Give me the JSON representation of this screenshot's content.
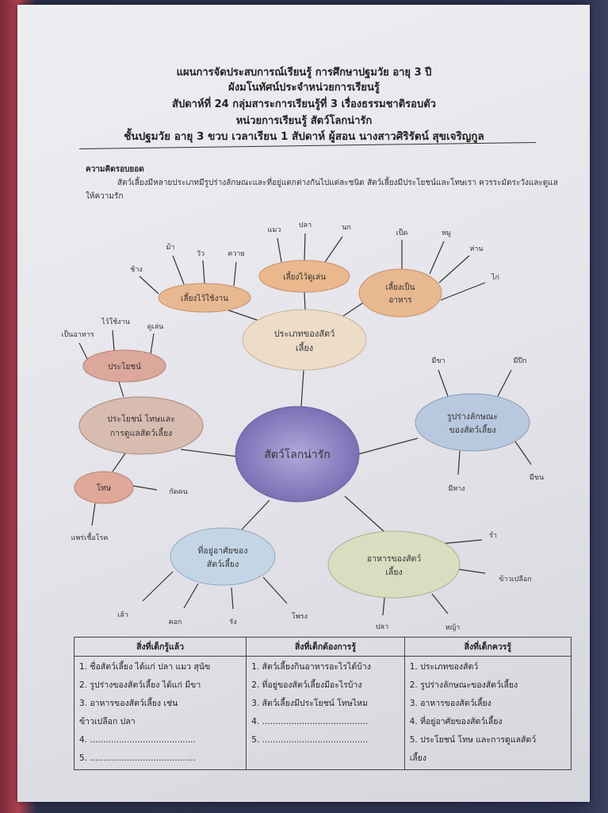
{
  "header": {
    "line1": "แผนการจัดประสบการณ์เรียนรู้  การศึกษาปฐมวัย  อายุ 3 ปี",
    "line2": "ผังมโนทัศน์ประจำหน่วยการเรียนรู้",
    "line3": "สัปดาห์ที่   24      กลุ่มสาระการเรียนรู้ที่  3  เรื่องธรรมชาติรอบตัว",
    "line4": "หน่วยการเรียนรู้  สัตว์โลกน่ารัก",
    "line5": "ชั้นปฐมวัย  อายุ 3 ขวบ  เวลาเรียน 1 สัปดาห์   ผู้สอน นางสาวศิริรัตน์  สุขเจริญกูล"
  },
  "concept": {
    "title": "ความคิดรอบยอด",
    "text": "สัตว์เลี้ยงมีหลายประเภทมีรูปร่างลักษณะและที่อยู่แตกต่างกันไปแต่ละชนิด  สัตว์เลี้ยงมีประโยชน์และโทษเรา ควรระมัดระวังและดูแลให้ความรัก"
  },
  "mindmap": {
    "center": "สัตว์โลกน่ารัก",
    "types": {
      "l1": "ประเภทของสัตว์",
      "l2": "เลี้ยง"
    },
    "work": {
      "label": "เลี้ยงไว้ใช้งาน",
      "leaves": [
        "ช้าง",
        "ม้า",
        "วัว",
        "ควาย"
      ]
    },
    "play": {
      "label": "เลี้ยงไว้ดูเล่น",
      "leaves": [
        "แมว",
        "ปลา",
        "นก"
      ]
    },
    "food": {
      "l1": "เลี้ยงเป็น",
      "l2": "อาหาร",
      "leaves": [
        "เป็ด",
        "หมู",
        "ห่าน",
        "ไก่"
      ]
    },
    "benefit": {
      "label": "ประโยชน์",
      "leaves": [
        "เป็นอาหาร",
        "ไว้ใช้งาน",
        "ดูเล่น"
      ]
    },
    "care": {
      "l1": "ประโยชน์ โทษและ",
      "l2": "การดูแลสัตว์เลี้ยง"
    },
    "harm": {
      "label": "โทษ",
      "leaves": [
        "กัดคน",
        "แพร่เชื้อโรค"
      ]
    },
    "shape": {
      "l1": "รูปร่างลักษณะ",
      "l2": "ของสัตว์เลี้ยง",
      "leaves": [
        "มีขา",
        "มีปีก",
        "มีหาง",
        "มีขน"
      ]
    },
    "habitat": {
      "l1": "ที่อยู่อาศัยของ",
      "l2": "สัตว์เลี้ยง",
      "leaves": [
        "เล้า",
        "คอก",
        "รัง",
        "โพรง"
      ]
    },
    "feed": {
      "l1": "อาหารของสัตว์",
      "l2": "เลี้ยง",
      "leaves": [
        "รำ",
        "ข้าวเปลือก",
        "ปลา",
        "หญ้า"
      ]
    },
    "colors": {
      "center": "#8a7fc0",
      "types": "#e8d6c0",
      "orange": "#e6b48a",
      "pink": "#d9a59a",
      "blue": "#b4c6dc",
      "green": "#d4dcb8"
    }
  },
  "table": {
    "headers": [
      "สิ่งที่เด็กรู้แล้ว",
      "สิ่งที่เด็กต้องการรู้",
      "สิ่งที่เด็กควรรู้"
    ],
    "col1": [
      "1. ชื่อสัตว์เลี้ยง ได้แก่ ปลา แมว สุนัข",
      "2. รูปร่างของสัตว์เลี้ยง ได้แก่ มีขา",
      "3. อาหารของสัตว์เลี้ยง เช่น",
      "ข้าวเปลือก ปลา",
      "4. ........................................",
      "5. ........................................"
    ],
    "col2": [
      "1. สัตว์เลี้ยงกินอาหารอะไรได้บ้าง",
      "2. ที่อยู่ของสัตว์เลี้ยงมีอะไรบ้าง",
      "3. สัตว์เลี้ยงมีประโยชน์  โทษไหม",
      "4. ........................................",
      "5. ........................................"
    ],
    "col3": [
      "1. ประเภทของสัตว์",
      "2. รูปร่างลักษณะของสัตว์เลี้ยง",
      "3. อาหารของสัตว์เลี้ยง",
      "4. ที่อยู่อาศัยของสัตว์เลี้ยง",
      "5. ประโยชน์ โทษ และการดูแลสัตว์",
      "เลี้ยง"
    ]
  }
}
